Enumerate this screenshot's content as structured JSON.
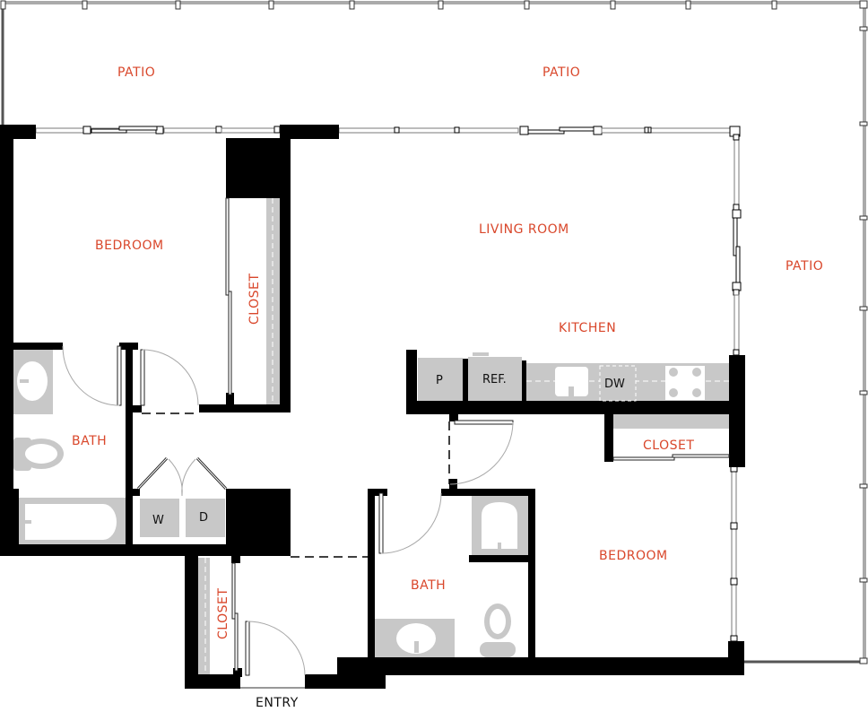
{
  "floor_plan": {
    "label_color": "#d9472b",
    "wall_color": "#000000",
    "fixture_color": "#c8c8c8",
    "rooms": {
      "patio_top_left": "PATIO",
      "patio_top_right": "PATIO",
      "patio_right": "PATIO",
      "bedroom_1": "BEDROOM",
      "closet_bedroom_1": "CLOSET",
      "living_room": "LIVING ROOM",
      "kitchen": "KITCHEN",
      "bath_1": "BATH",
      "closet_kitchen": "CLOSET",
      "bedroom_2": "BEDROOM",
      "bath_2": "BATH",
      "closet_entry": "CLOSET"
    },
    "appliances": {
      "pantry": "P",
      "refrigerator": "REF.",
      "dishwasher": "DW",
      "washer": "W",
      "dryer": "D"
    },
    "entry": "ENTRY"
  }
}
